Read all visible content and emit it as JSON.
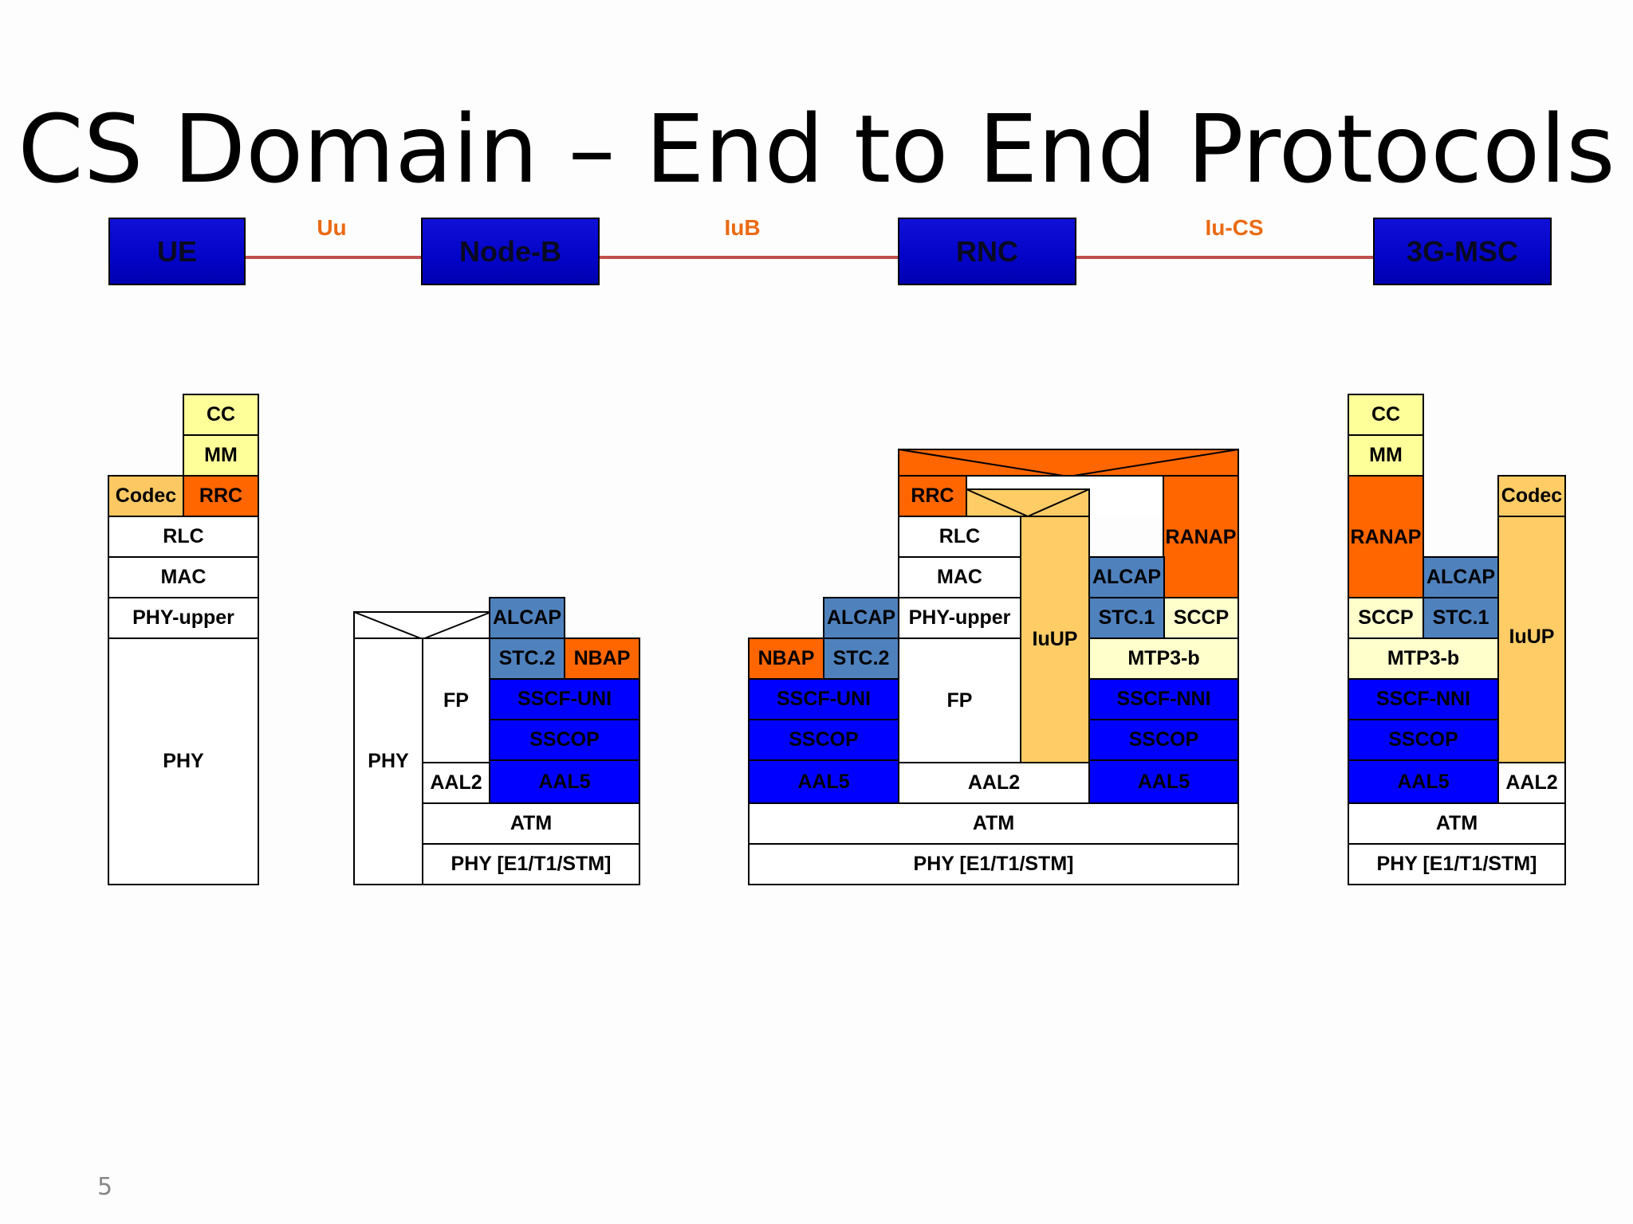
{
  "title": "CS Domain – End to End Protocols",
  "slide_number": "5",
  "colors": {
    "node_blue": "#0000cc",
    "link_line": "#c0504d",
    "interface_label": "#ea6a12",
    "layer_orange": "#ff6600",
    "layer_yellow": "#ffff99",
    "layer_tan": "#ffcc66",
    "layer_steel_blue": "#4f81bd",
    "layer_blue": "#0000ff"
  },
  "nodes": {
    "ue": "UE",
    "nodeb": "Node-B",
    "rnc": "RNC",
    "msc": "3G-MSC"
  },
  "interfaces": {
    "uu": "Uu",
    "iub": "IuB",
    "iucs": "Iu-CS"
  },
  "ue_stack": {
    "cc": "CC",
    "mm": "MM",
    "codec": "Codec",
    "rrc": "RRC",
    "rlc": "RLC",
    "mac": "MAC",
    "phy_upper": "PHY-upper",
    "phy": "PHY"
  },
  "nodeb_stack": {
    "phy": "PHY",
    "fp": "FP",
    "aal2": "AAL2",
    "alcap": "ALCAP",
    "stc2": "STC.2",
    "nbap": "NBAP",
    "sscf_uni": "SSCF-UNI",
    "sscop": "SSCOP",
    "aal5": "AAL5",
    "atm": "ATM",
    "phy_e1": "PHY [E1/T1/STM]"
  },
  "rnc_stack": {
    "rrc": "RRC",
    "rlc": "RLC",
    "mac": "MAC",
    "phy_upper": "PHY-upper",
    "fp": "FP",
    "iuup": "IuUP",
    "ranap": "RANAP",
    "alcap_left": "ALCAP",
    "nbap": "NBAP",
    "stc2": "STC.2",
    "sscf_uni": "SSCF-UNI",
    "sscop_left": "SSCOP",
    "aal5_left": "AAL5",
    "aal2": "AAL2",
    "alcap_right": "ALCAP",
    "stc1": "STC.1",
    "sccp": "SCCP",
    "mtp3b": "MTP3-b",
    "sscf_nni": "SSCF-NNI",
    "sscop_right": "SSCOP",
    "aal5_right": "AAL5",
    "atm": "ATM",
    "phy_e1": "PHY [E1/T1/STM]"
  },
  "msc_stack": {
    "cc": "CC",
    "mm": "MM",
    "ranap": "RANAP",
    "codec": "Codec",
    "alcap": "ALCAP",
    "sccp": "SCCP",
    "stc1": "STC.1",
    "iuup": "IuUP",
    "mtp3b": "MTP3-b",
    "sscf_nni": "SSCF-NNI",
    "sscop": "SSCOP",
    "aal5": "AAL5",
    "aal2": "AAL2",
    "atm": "ATM",
    "phy_e1": "PHY [E1/T1/STM]"
  }
}
